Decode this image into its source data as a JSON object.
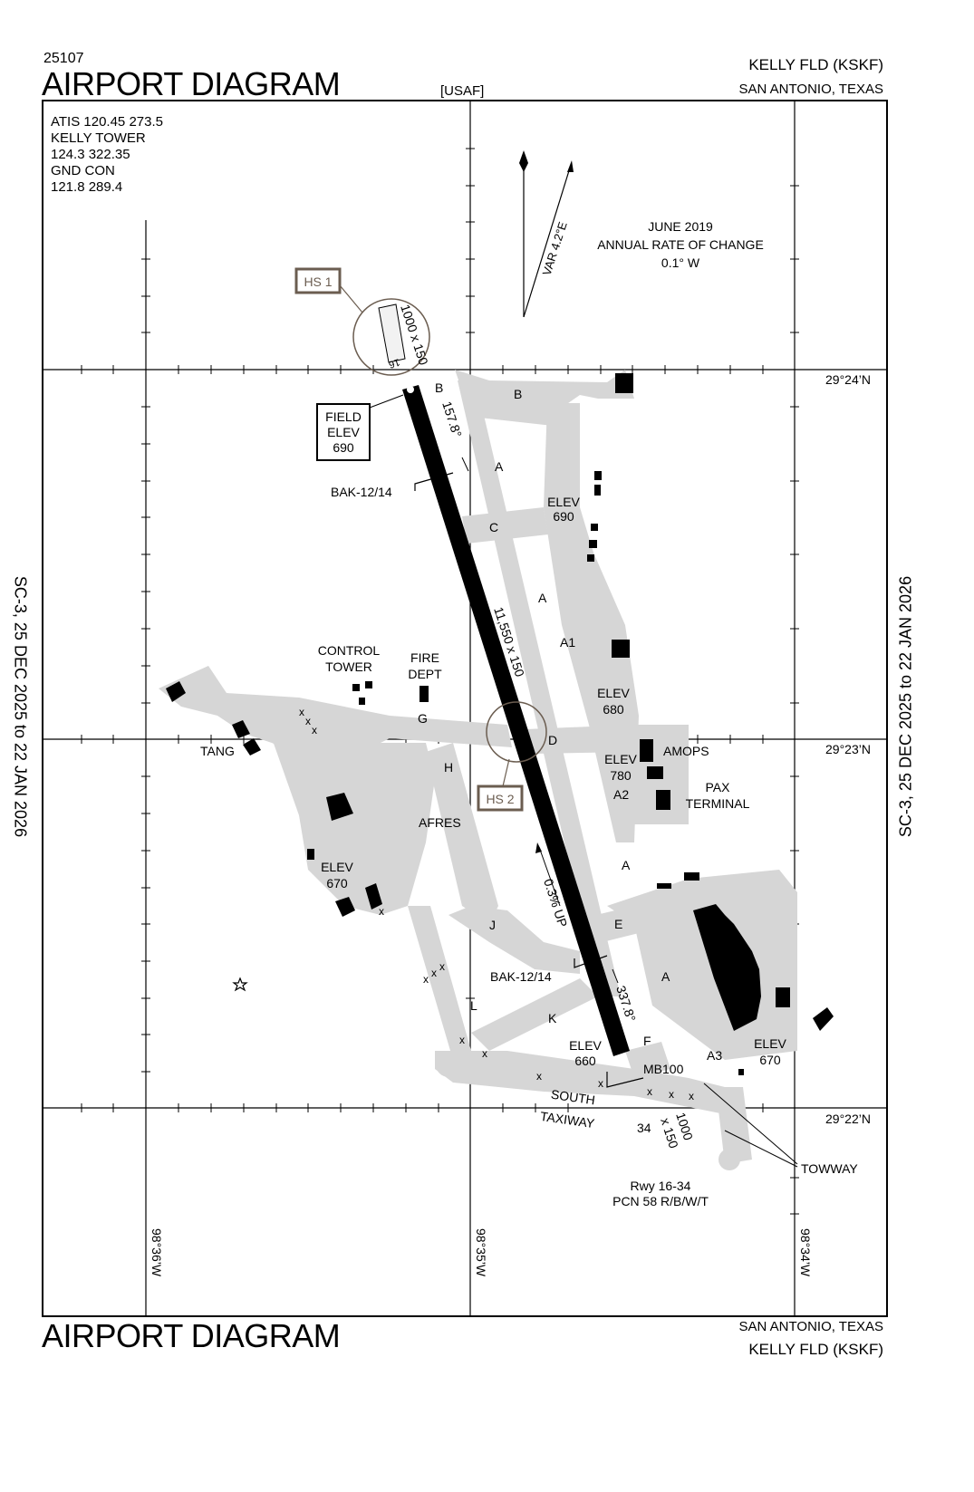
{
  "header": {
    "chart_number": "25107",
    "title": "AIRPORT DIAGRAM",
    "usaf": "[USAF]",
    "airport": "KELLY FLD   (KSKF)",
    "location": "SAN ANTONIO, TEXAS"
  },
  "footer": {
    "title": "AIRPORT DIAGRAM",
    "location": "SAN ANTONIO, TEXAS",
    "airport": "KELLY FLD   (KSKF)"
  },
  "side_notes": {
    "left": "SC-3,  25 DEC 2025  to  22 JAN 2026",
    "right": "SC-3,  25 DEC 2025  to  22 JAN 2026"
  },
  "frequencies": {
    "line1": "ATIS  120.45  273.5",
    "line2": "KELLY TOWER",
    "line3": "124.3  322.35",
    "line4": "GND CON",
    "line5": "121.8  289.4"
  },
  "magnetic": {
    "date": "JUNE 2019",
    "annual": "ANNUAL RATE OF CHANGE",
    "rate": "0.1° W",
    "var": "VAR 4.2°E"
  },
  "coordinates": {
    "lat1": "29°24’N",
    "lat2": "29°23’N",
    "lat3": "29°22’N",
    "lon1": "98°36’W",
    "lon2": "98°35’W",
    "lon3": "98°34’W"
  },
  "hotspots": {
    "hs1": "HS 1",
    "hs2": "HS 2"
  },
  "runway": {
    "dimensions": "11,550 x 150",
    "heading_top": "157.8°",
    "heading_bottom": "337.8°",
    "end_16": "1000 x 150",
    "end_16_num": "16",
    "end_34_num": "34",
    "end_34_dim1": "1000",
    "end_34_dim2": "x 150",
    "gradient": "0.3% UP",
    "bak_north": "BAK-12/14",
    "bak_south": "BAK-12/14",
    "mb100": "MB100",
    "info_line1": "Rwy 16-34",
    "info_line2": "PCN 58 R/B/W/T"
  },
  "field_elevation": {
    "line1": "FIELD",
    "line2": "ELEV",
    "line3": "690"
  },
  "labels": {
    "control_tower_1": "CONTROL",
    "control_tower_2": "TOWER",
    "fire_dept_1": "FIRE",
    "fire_dept_2": "DEPT",
    "tang": "TANG",
    "afres": "AFRES",
    "amops": "AMOPS",
    "pax_1": "PAX",
    "pax_2": "TERMINAL",
    "south_taxiway_1": "SOUTH",
    "south_taxiway_2": "TAXIWAY",
    "towway": "TOWWAY"
  },
  "elevations": {
    "e690_label": "ELEV",
    "e690": "690",
    "e680_label": "ELEV",
    "e680": "680",
    "e780_label": "ELEV",
    "e780": "780",
    "e670w_label": "ELEV",
    "e670w": "670",
    "e660_label": "ELEV",
    "e660": "660",
    "e670e_label": "ELEV",
    "e670e": "670"
  },
  "taxiways": {
    "a1": "A",
    "a2": "A",
    "a3": "A",
    "a4": "A",
    "a1b": "A1",
    "a2b": "A2",
    "a3b": "A3",
    "b1": "B",
    "b2": "B",
    "c": "C",
    "d": "D",
    "e": "E",
    "f": "F",
    "g": "G",
    "h": "H",
    "j": "J",
    "k": "K",
    "l": "L"
  },
  "colors": {
    "taxiway": "#d6d6d6",
    "runway": "#000000",
    "hotspot": "#6b5d50",
    "frame": "#000000"
  }
}
